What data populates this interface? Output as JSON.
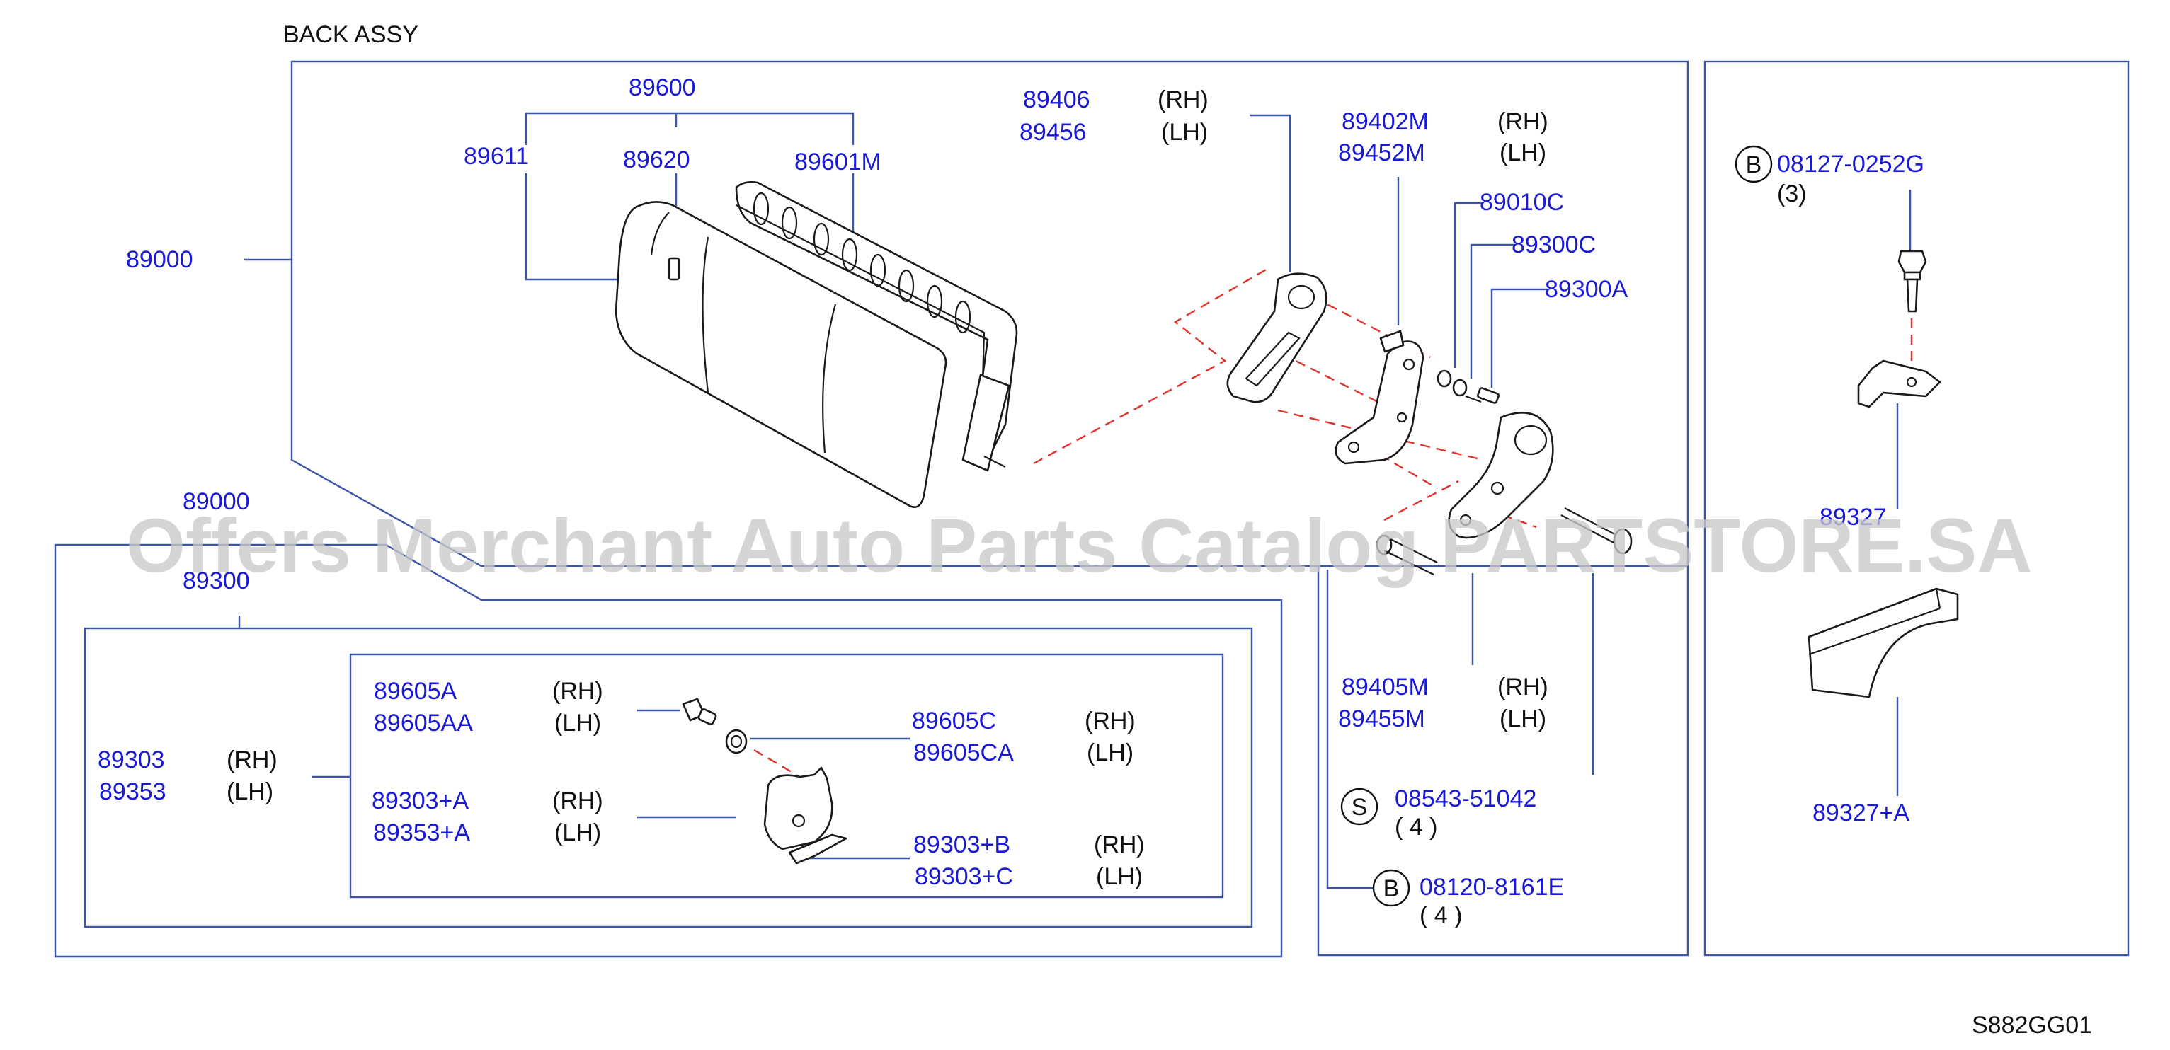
{
  "diagram": {
    "section_title": "BACK   ASSY",
    "drawing_code": "S882GG01",
    "watermark": "Offers Merchant Auto Parts Catalog PARTSTORE.SA"
  },
  "labels": {
    "p89600": "89600",
    "p89611": "89611",
    "p89620": "89620",
    "p89601M": "89601M",
    "p89000_top": "89000",
    "p89406": "89406",
    "p89406_side": "(RH)",
    "p89456": "89456",
    "p89456_side": "(LH)",
    "p89402M": "89402M",
    "p89402M_side": "(RH)",
    "p89452M": "89452M",
    "p89452M_side": "(LH)",
    "p89010C": "89010C",
    "p89300C": "89300C",
    "p89300A": "89300A",
    "p89000_lower": "89000",
    "p89300": "89300",
    "p89303": "89303",
    "p89303_side": "(RH)",
    "p89353": "89353",
    "p89353_side": "(LH)",
    "p89605A": "89605A",
    "p89605A_side": "(RH)",
    "p89605AA": "89605AA",
    "p89605AA_side": "(LH)",
    "p89605C": "89605C",
    "p89605C_side": "(RH)",
    "p89605CA": "89605CA",
    "p89605CA_side": "(LH)",
    "p89303A": "89303+A",
    "p89303A_side": "(RH)",
    "p89353A": "89353+A",
    "p89353A_side": "(LH)",
    "p89303B": "89303+B",
    "p89303B_side": "(RH)",
    "p89303C": "89303+C",
    "p89303C_side": "(LH)",
    "p89405M": "89405M",
    "p89405M_side": "(RH)",
    "p89455M": "89455M",
    "p89455M_side": "(LH)",
    "pS08543": "08543-51042",
    "pS08543_qty": "(  4   )",
    "pB08120": "08120-8161E",
    "pB08120_qty": "(  4   )",
    "pB08127": "08127-0252G",
    "pB08127_qty": "(3)",
    "p89327": "89327",
    "p89327A": "89327+A"
  },
  "symbols": {
    "screw_mark": "S",
    "bolt_mark_1": "B",
    "bolt_mark_2": "B"
  },
  "colors": {
    "label": "#1a1ad6",
    "frame": "#3b56a8",
    "dash": "#e0342b",
    "part": "#1a1a1a"
  }
}
